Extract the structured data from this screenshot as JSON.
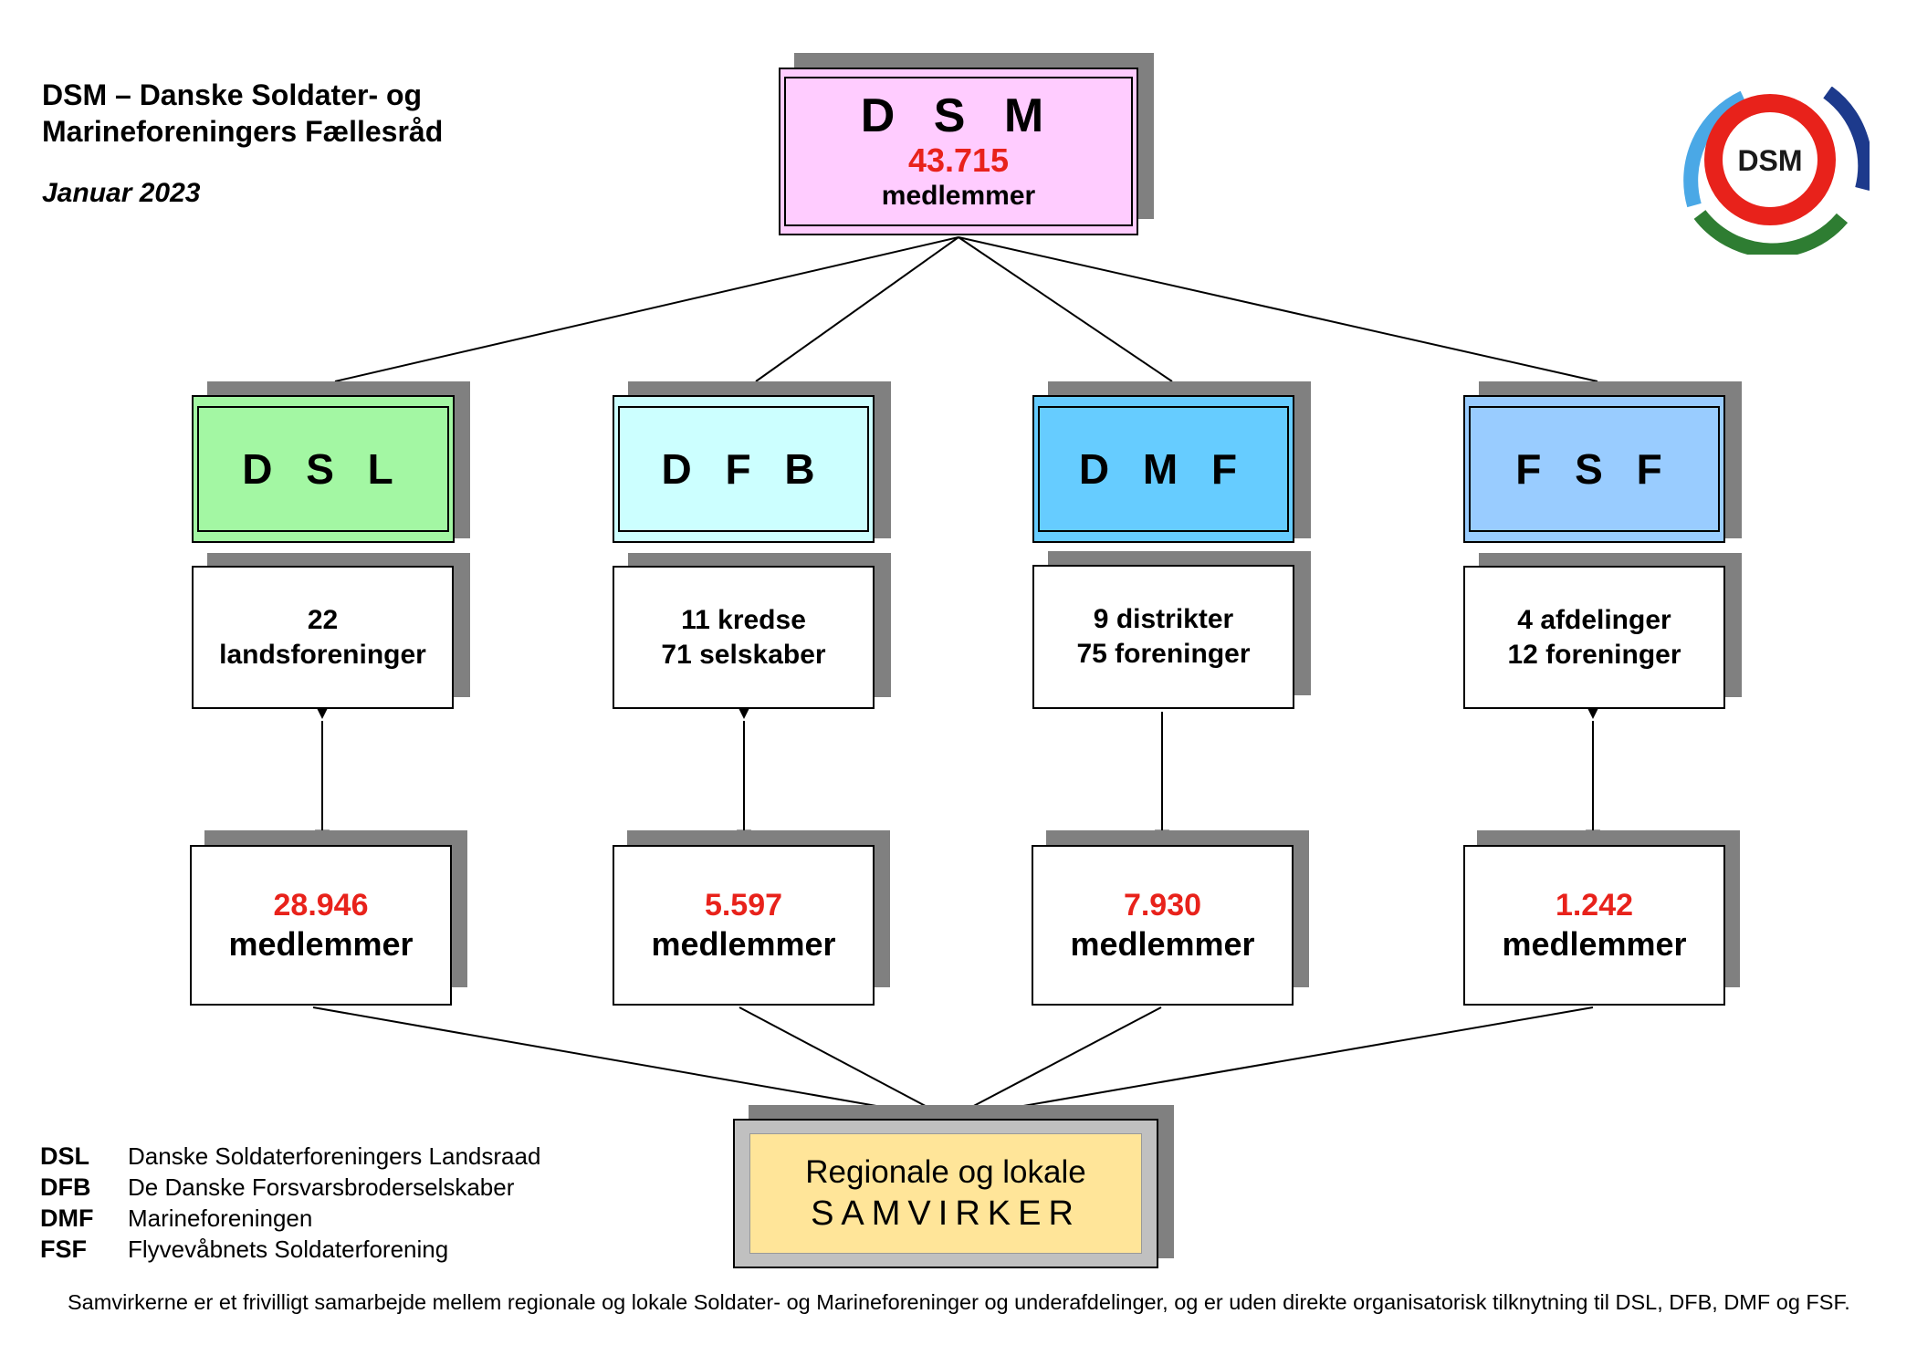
{
  "header": {
    "title_line1": "DSM – Danske Soldater- og",
    "title_line2": "Marineforeningers Fællesråd",
    "date": "Januar 2023"
  },
  "logo": {
    "text": "DSM"
  },
  "top": {
    "abbr": "D S M",
    "count": "43.715",
    "label": "medlemmer"
  },
  "orgs": [
    {
      "abbr": "D S L",
      "sub_line1": "22",
      "sub_line2": "landsforeninger",
      "count": "28.946",
      "label": "medlemmer"
    },
    {
      "abbr": "D F B",
      "sub_line1": "11 kredse",
      "sub_line2": "71 selskaber",
      "count": "5.597",
      "label": "medlemmer"
    },
    {
      "abbr": "D M F",
      "sub_line1": "9 distrikter",
      "sub_line2": "75 foreninger",
      "count": "7.930",
      "label": "medlemmer"
    },
    {
      "abbr": "F S F",
      "sub_line1": "4 afdelinger",
      "sub_line2": "12 foreninger",
      "count": "1.242",
      "label": "medlemmer"
    }
  ],
  "samvirker": {
    "line1": "Regionale og lokale",
    "line2": "SAMVIRKER"
  },
  "legend": [
    {
      "abbr": "DSL",
      "text": "Danske Soldaterforeningers Landsraad"
    },
    {
      "abbr": "DFB",
      "text": "De Danske Forsvarsbroderselskaber"
    },
    {
      "abbr": "DMF",
      "text": "Marineforeningen"
    },
    {
      "abbr": "FSF",
      "text": "Flyvevåbnets Soldaterforening"
    }
  ],
  "footnote": "Samvirkerne er et frivilligt samarbejde mellem regionale og lokale Soldater- og Marineforeninger og underafdelinger, og er uden direkte organisatorisk tilknytning til DSL, DFB, DMF og FSF.",
  "colors": {
    "dsm_fill": "#ffccff",
    "dsl_fill": "#a3f7a3",
    "dfb_fill": "#ccffff",
    "dmf_fill": "#66ccff",
    "fsf_fill": "#99ccff",
    "samvirker_fill": "#ffe599",
    "count_red": "#e8221b"
  }
}
